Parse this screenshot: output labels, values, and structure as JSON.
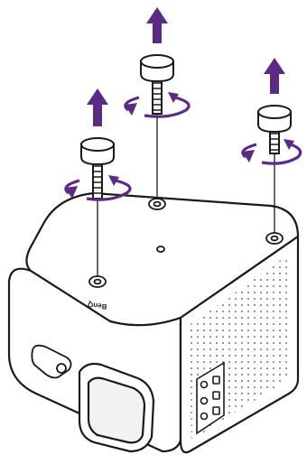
{
  "figure": {
    "brand_label": "BenQ",
    "accent_color": "#5b2a86",
    "line_color": "#1a1a1a",
    "device_fill": "#ffffff",
    "lens_fill": "#f2f2f2",
    "icons": [
      "up-arrow-icon",
      "rotate-icon",
      "thumb-screw",
      "projector-device"
    ]
  }
}
